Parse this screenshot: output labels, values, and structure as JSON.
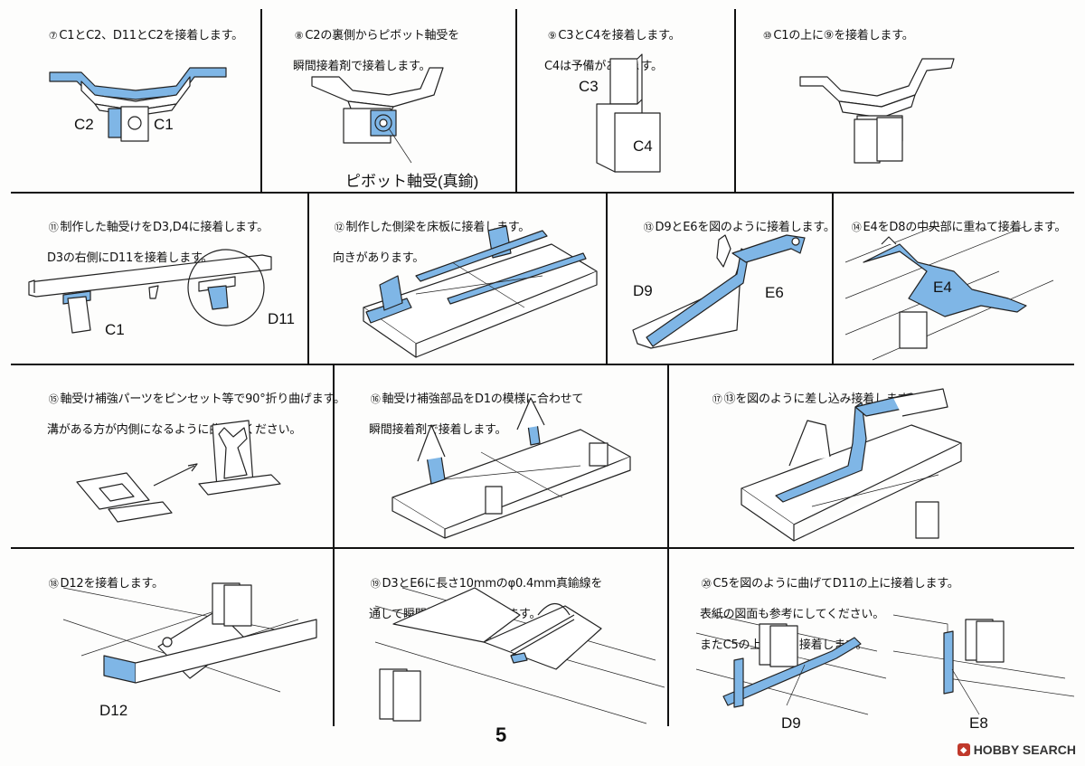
{
  "page_number": "5",
  "watermark": {
    "text": "HOBBY SEARCH"
  },
  "accent_color": "#7fb6e6",
  "steps": [
    {
      "num": "⑦",
      "lines": [
        "C1とC2、D11とC2を接着します。"
      ],
      "labels": [
        "C2",
        "C1"
      ]
    },
    {
      "num": "⑧",
      "lines": [
        "C2の裏側からピボット軸受を",
        "瞬間接着剤で接着します。"
      ],
      "labels": [
        "ピボット軸受(真鍮)"
      ]
    },
    {
      "num": "⑨",
      "lines": [
        "C3とC4を接着します。",
        "C4は予備があります。"
      ],
      "labels": [
        "C3",
        "C4"
      ]
    },
    {
      "num": "⑩",
      "lines": [
        "C1の上に⑨を接着します。"
      ],
      "labels": []
    },
    {
      "num": "⑪",
      "lines": [
        "制作した軸受けをD3,D4に接着します。",
        "D3の右側にD11を接着します。"
      ],
      "labels": [
        "C1",
        "D11"
      ]
    },
    {
      "num": "⑫",
      "lines": [
        "制作した側梁を床板に接着します。",
        "向きがあります。"
      ],
      "labels": []
    },
    {
      "num": "⑬",
      "lines": [
        "D9とE6を図のように接着します。"
      ],
      "labels": [
        "D9",
        "E6"
      ]
    },
    {
      "num": "⑭",
      "lines": [
        "E4をD8の中央部に重ねて接着します。"
      ],
      "labels": [
        "E4"
      ]
    },
    {
      "num": "⑮",
      "lines": [
        "軸受け補強パーツをピンセット等で90°折り曲げます。",
        "溝がある方が内側になるように曲げてください。"
      ],
      "labels": []
    },
    {
      "num": "⑯",
      "lines": [
        "軸受け補強部品をD1の模様に合わせて",
        "瞬間接着剤で接着します。"
      ],
      "labels": []
    },
    {
      "num": "⑰",
      "lines": [
        "⑬を図のように差し込み接着します。"
      ],
      "labels": []
    },
    {
      "num": "⑱",
      "lines": [
        "D12を接着します。"
      ],
      "labels": [
        "D12"
      ]
    },
    {
      "num": "⑲",
      "lines": [
        "D3とE6に長さ10mmのφ0.4mm真鍮線を",
        "通して瞬間接着剤で接着します。"
      ],
      "labels": []
    },
    {
      "num": "⑳",
      "lines": [
        "C5を図のように曲げてD11の上に接着します。",
        "表紙の図面も参考にしてください。",
        "またC5の上にE8を接着します。"
      ],
      "labels": [
        "D9",
        "E8"
      ]
    }
  ]
}
